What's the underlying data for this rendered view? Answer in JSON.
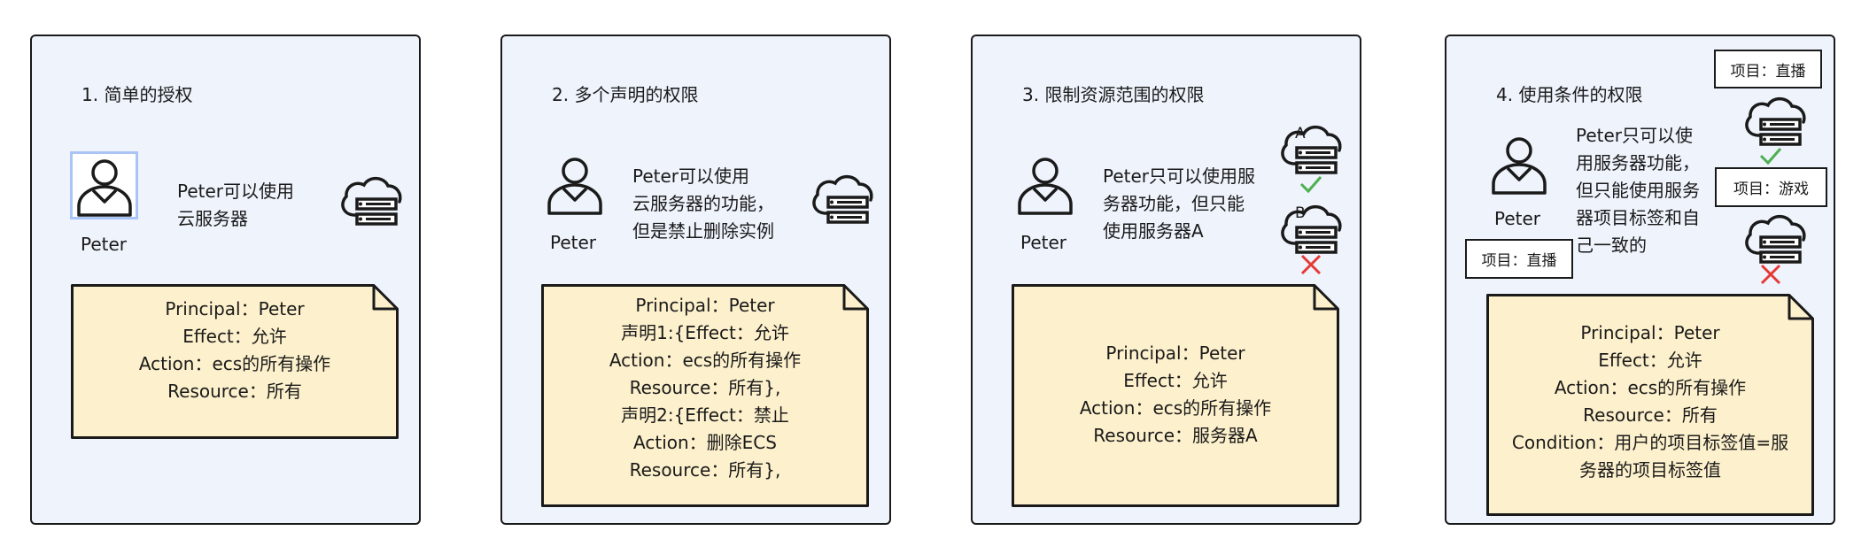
{
  "panels": [
    {
      "title": "1. 简单的授权",
      "person": "Peter",
      "desc_lines": [
        "Peter可以使用",
        "云服务器"
      ],
      "note_lines": [
        "Principal：Peter",
        "Effect：允许",
        "Action：ecs的所有操作",
        "Resource：所有"
      ]
    },
    {
      "title": "2. 多个声明的权限",
      "person": "Peter",
      "desc_lines": [
        "Peter可以使用",
        "云服务器的功能，",
        "但是禁止删除实例"
      ],
      "note_lines": [
        "Principal：Peter",
        "声明1:{Effect：允许",
        "Action：ecs的所有操作",
        "Resource：所有},",
        "声明2:{Effect：禁止",
        "Action：删除ECS",
        "Resource：所有},"
      ]
    },
    {
      "title": "3. 限制资源范围的权限",
      "person": "Peter",
      "desc_lines": [
        "Peter只可以使用服",
        "务器功能，但只能",
        "使用服务器A"
      ],
      "server_a_label": "A",
      "server_b_label": "B",
      "note_lines": [
        "Principal：Peter",
        "Effect：允许",
        "Action：ecs的所有操作",
        "Resource：服务器A"
      ]
    },
    {
      "title": "4. 使用条件的权限",
      "person": "Peter",
      "desc_lines": [
        "Peter只可以使",
        "用服务器功能，",
        "但只能使用服务",
        "器项目标签和自",
        "己一致的"
      ],
      "user_tag": "项目：直播",
      "server_tag_1": "项目：直播",
      "server_tag_2": "项目：游戏",
      "note_lines": [
        "Principal：Peter",
        "Effect：允许",
        "Action：ecs的所有操作",
        "Resource：所有",
        "Condition：用户的项目标签值=服",
        "务器的项目标签值"
      ]
    }
  ],
  "colors": {
    "panel_bg": "#eef3fc",
    "note_fill": "#fdf0cc",
    "allow": "#4caf50",
    "deny": "#e53935",
    "highlight": "#a9c4f5"
  }
}
